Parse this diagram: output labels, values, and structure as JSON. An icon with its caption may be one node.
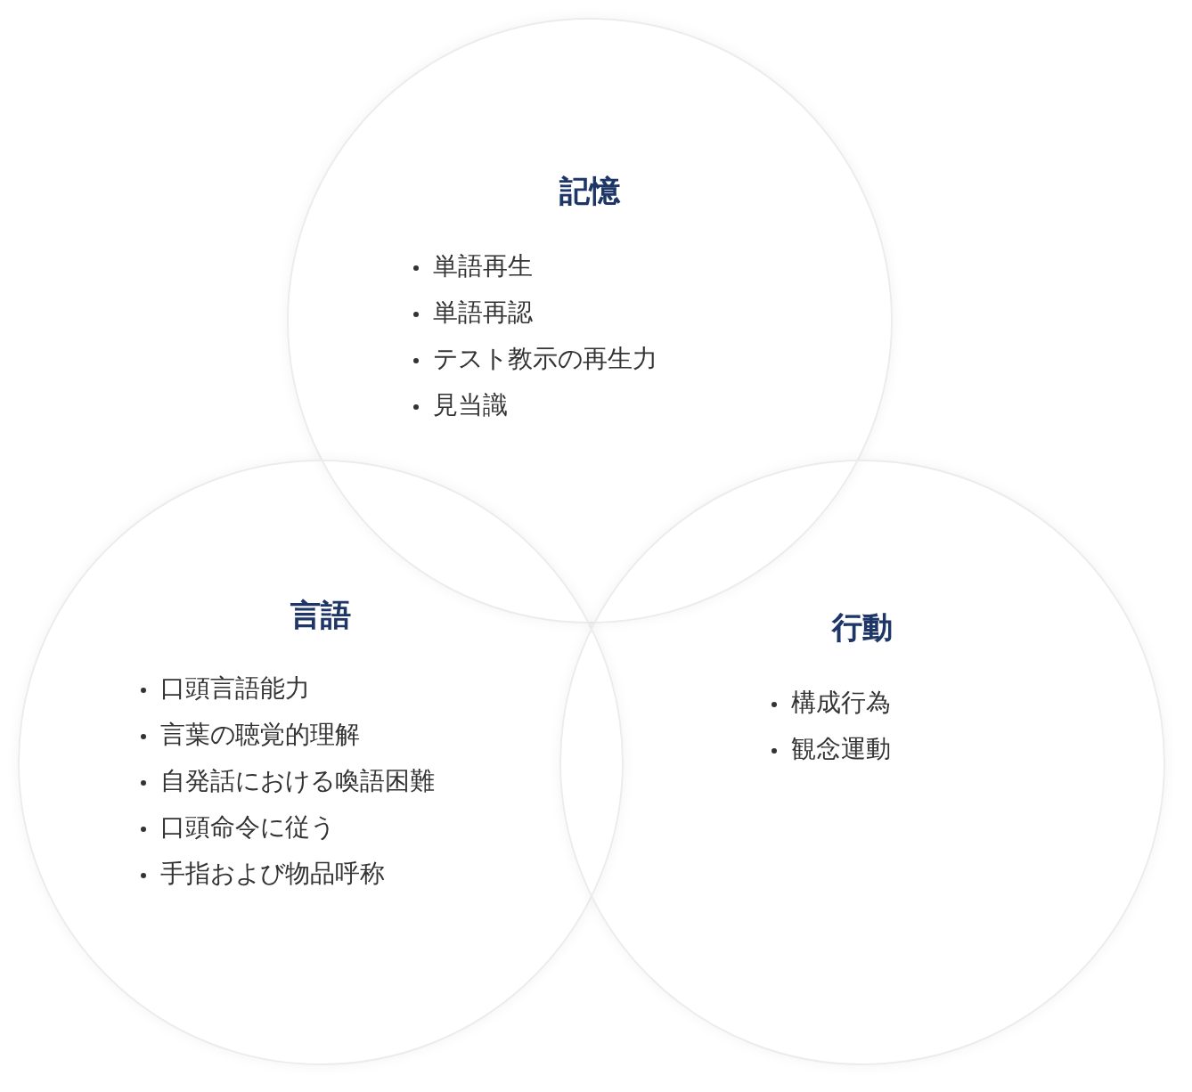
{
  "diagram": {
    "nodes": [
      {
        "text": [
          "記憶",
          "単語再生",
          "単語再認",
          "テスト教示の再生力",
          "見当識"
        ]
      },
      {
        "text": [
          "言語",
          "口頭言語能力",
          "言葉の聴覚的理解",
          "自発話における喚語困難",
          "口頭命令に従う",
          "手指および物品呼称"
        ]
      },
      {
        "text": [
          "行動",
          "構成行為",
          "観念運動"
        ]
      }
    ]
  }
}
